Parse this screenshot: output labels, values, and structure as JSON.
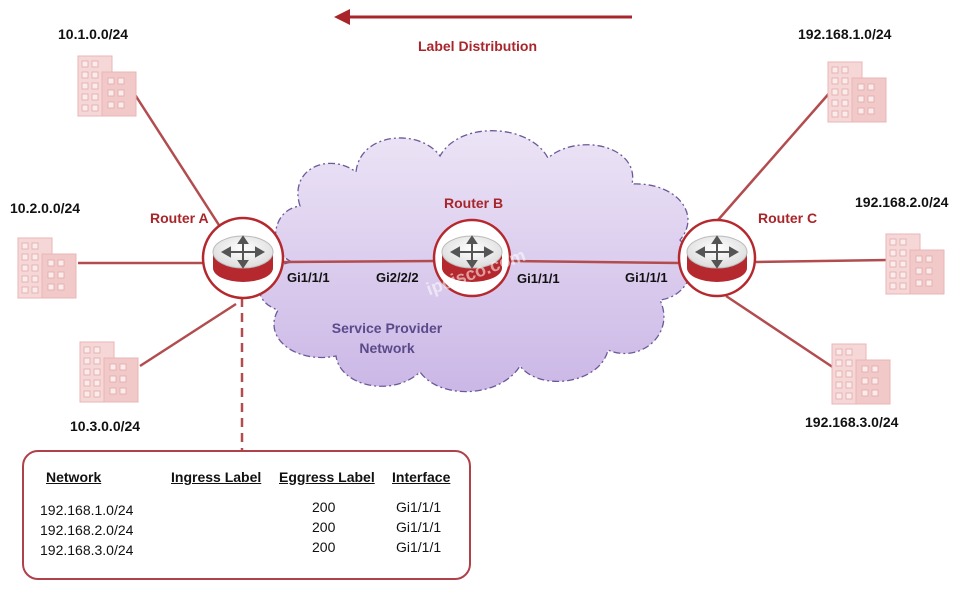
{
  "title": "Label Distribution",
  "cloud": {
    "line1": "Service Provider",
    "line2": "Network"
  },
  "watermark": "ipcisco.com",
  "routers": {
    "a": "Router A",
    "b": "Router B",
    "c": "Router C"
  },
  "networks": {
    "a1": "10.1.0.0/24",
    "a2": "10.2.0.0/24",
    "a3": "10.3.0.0/24",
    "c1": "192.168.1.0/24",
    "c2": "192.168.2.0/24",
    "c3": "192.168.3.0/24"
  },
  "interfaces": {
    "a_to_b": "Gi1/1/1",
    "b_from_a": "Gi2/2/2",
    "b_to_c": "Gi1/1/1",
    "c_from_b": "Gi1/1/1"
  },
  "table": {
    "headers": [
      "Network",
      "Ingress Label",
      "Eggress Label",
      "Interface"
    ],
    "rows": [
      [
        "192.168.1.0/24",
        "",
        "200",
        "Gi1/1/1"
      ],
      [
        "192.168.2.0/24",
        "",
        "200",
        "Gi1/1/1"
      ],
      [
        "192.168.3.0/24",
        "",
        "200",
        "Gi1/1/1"
      ]
    ]
  },
  "colors": {
    "accent": "#a8262b",
    "link": "#b24c4f",
    "cloud_fill": "#ddd0ef",
    "cloud_edge": "#6a5a9a",
    "building": "#f2c9c9"
  }
}
